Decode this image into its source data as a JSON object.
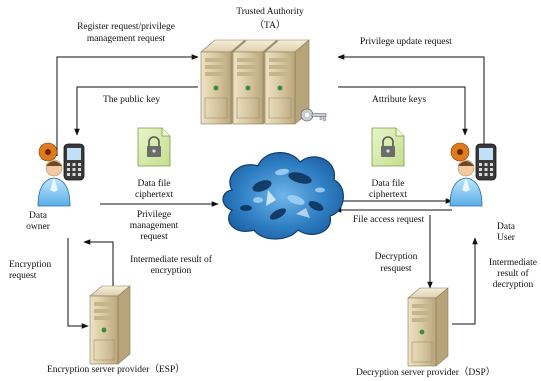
{
  "nodes": {
    "ta": {
      "title": "Trusted Authority",
      "abbr": "（TA）"
    },
    "owner": {
      "label_line1": "Data",
      "label_line2": "owner"
    },
    "user": {
      "label_line1": "Data",
      "label_line2": "User"
    },
    "esp": {
      "label": "Encryption server provider（ESP）"
    },
    "dsp": {
      "label": "Decryption server provider（DSP）"
    }
  },
  "edges": {
    "register_line1": "Register request/privilege",
    "register_line2": "management request",
    "public_key": "The public key",
    "privilege_update": "Privilege update request",
    "attribute_keys": "Attribute keys",
    "file_left_line1": "Data file",
    "file_left_line2": "ciphertext",
    "privilege_mgmt_line1": "Privilege",
    "privilege_mgmt_line2": "management",
    "privilege_mgmt_line3": "request",
    "file_right_line1": "Data file",
    "file_right_line2": "ciphertext",
    "file_access": "File access request",
    "encryption_request_line1": "Encryption",
    "encryption_request_line2": "request",
    "intermediate_enc_line1": "Intermediate result of",
    "intermediate_enc_line2": "encryption",
    "decryption_request_line1": "Decryption",
    "decryption_request_line2": "resquest",
    "intermediate_dec_line1": "Intermediate",
    "intermediate_dec_line2": "result of",
    "intermediate_dec_line3": "decryption"
  },
  "icons": [
    "server-rack-icon",
    "key-icon",
    "cloud-icon",
    "document-lock-icon",
    "user-phone-icon"
  ]
}
